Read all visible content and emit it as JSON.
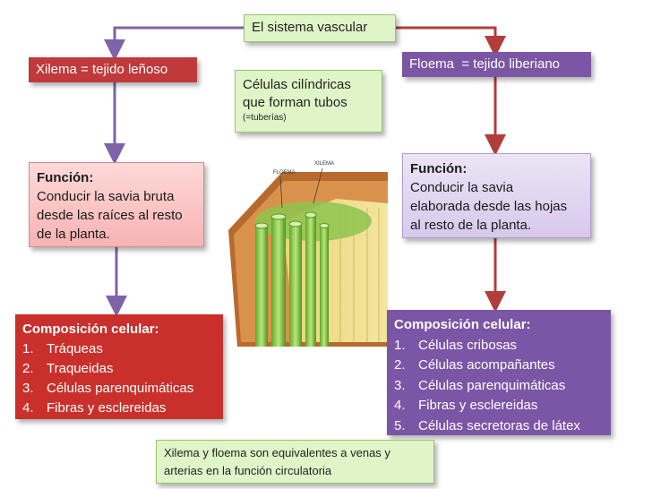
{
  "title": "El sistema vascular",
  "xilema": {
    "header": "Xilema = tejido leñoso",
    "funcion_title": "Función:",
    "funcion_text": [
      "Conducir la savia bruta",
      "desde las raíces al resto",
      "de la planta."
    ],
    "comp_title": "Composición celular:",
    "items": [
      {
        "num": "1.",
        "text": "Tráqueas"
      },
      {
        "num": "2.",
        "text": "Traqueidas"
      },
      {
        "num": "3.",
        "text": "Células parenquimáticas"
      },
      {
        "num": "4.",
        "text": "Fibras y esclereidas"
      }
    ]
  },
  "floema": {
    "header": "Floema  = tejido liberiano",
    "funcion_title": "Función:",
    "funcion_text": [
      "Conducir la savia",
      "elaborada desde las hojas",
      "al resto de la planta."
    ],
    "comp_title": "Composición celular:",
    "items": [
      {
        "num": "1.",
        "text": "Células cribosas"
      },
      {
        "num": "2.",
        "text": "Células acompañantes"
      },
      {
        "num": "3.",
        "text": "Células parenquimáticas"
      },
      {
        "num": "4.",
        "text": "Fibras y esclereidas"
      },
      {
        "num": "5.",
        "text": "Células secretoras de látex"
      }
    ]
  },
  "celulas": {
    "line1": "Células cilíndricas",
    "line2": "que forman tubos",
    "line3": "(=tuberías)"
  },
  "image_labels": {
    "floema": "FLOEMA",
    "xilema": "XILEMA"
  },
  "bottom": [
    "Xilema y floema son equivalentes a venas y",
    "arterias en la función circulatoria"
  ],
  "colors": {
    "xilema_accent": "#c0393b",
    "floema_accent": "#7a56a4",
    "green_box": "#dff5c8",
    "arrow_purple": "#7f63a8",
    "arrow_red": "#b13e3a"
  }
}
